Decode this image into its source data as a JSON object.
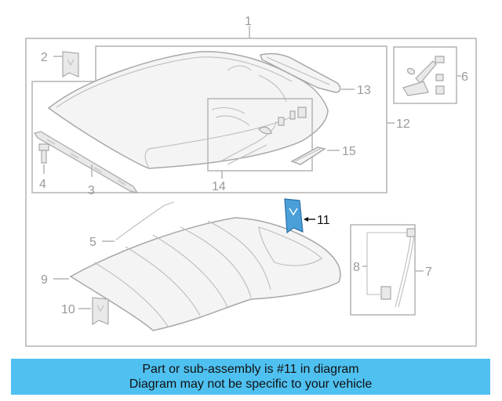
{
  "labels": {
    "l1": "1",
    "l2": "2",
    "l3": "3",
    "l4": "4",
    "l5": "5",
    "l6": "6",
    "l7": "7",
    "l8": "8",
    "l9": "9",
    "l10": "10",
    "l11": "11",
    "l12": "12",
    "l13": "13",
    "l14": "14",
    "l15": "15"
  },
  "highlight_part": "11",
  "colors": {
    "highlight": "#4a9fd8",
    "banner": "#4fc1f1",
    "line": "#b4b4b4"
  },
  "banner": {
    "line1": "Part or sub-assembly is #11 in diagram",
    "line2": "Diagram may not be specific to your vehicle"
  }
}
